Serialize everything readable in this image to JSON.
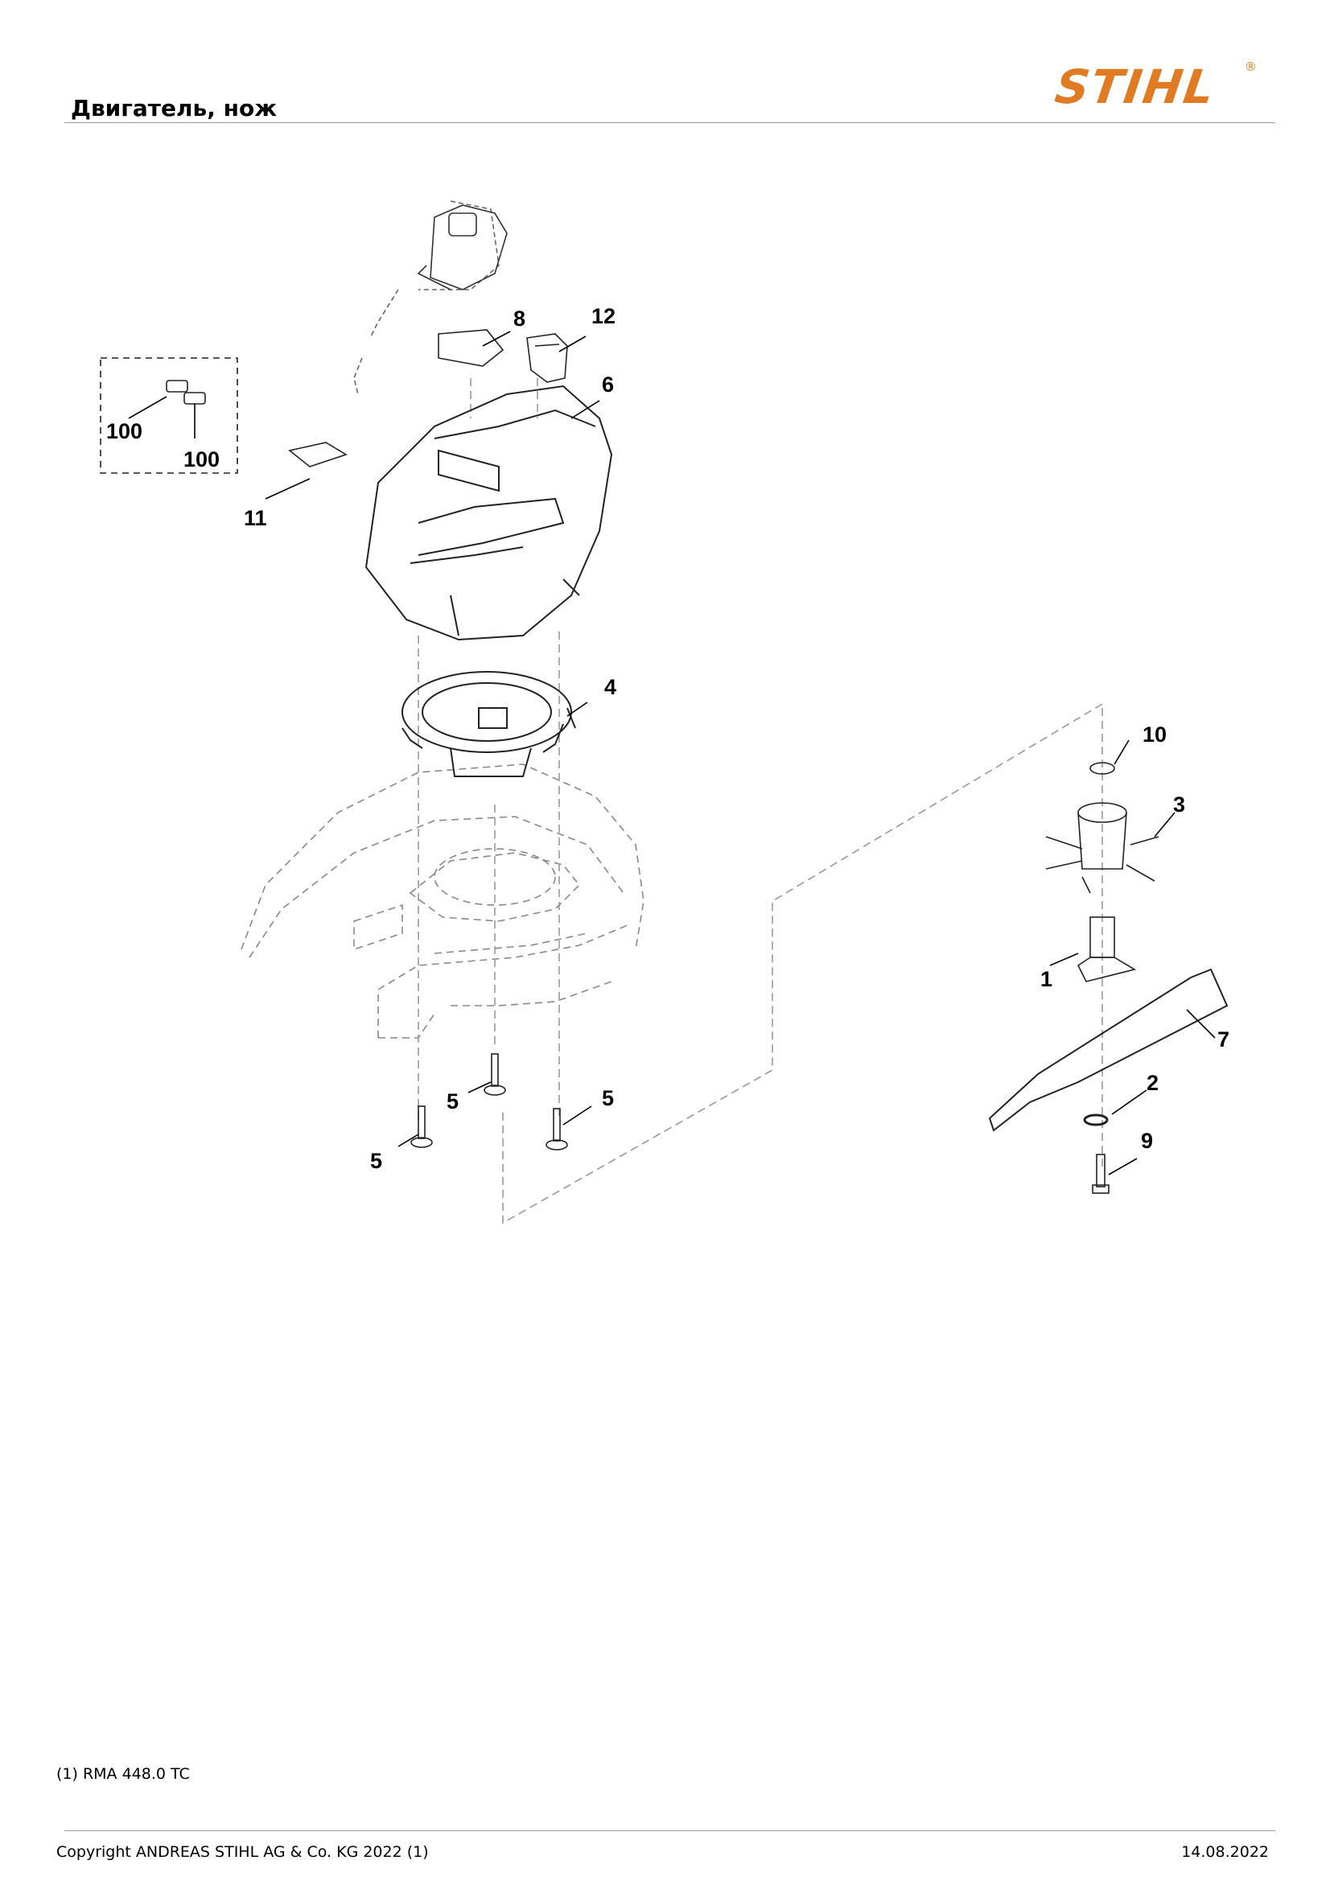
{
  "header": {
    "title": "Двигатель, нож",
    "logo_text": "STIHL",
    "logo_mark": "®",
    "brand_color": "#e07b22"
  },
  "callouts": {
    "c1": "1",
    "c2": "2",
    "c3": "3",
    "c4": "4",
    "c5a": "5",
    "c5b": "5",
    "c5c": "5",
    "c6": "6",
    "c7": "7",
    "c8": "8",
    "c9": "9",
    "c10": "10",
    "c11": "11",
    "c12": "12",
    "c100a": "100",
    "c100b": "100"
  },
  "footer": {
    "note": "(1) RMA 448.0 TC",
    "copyright": "Copyright ANDREAS STIHL AG & Co. KG 2022 (1)",
    "date": "14.08.2022"
  }
}
